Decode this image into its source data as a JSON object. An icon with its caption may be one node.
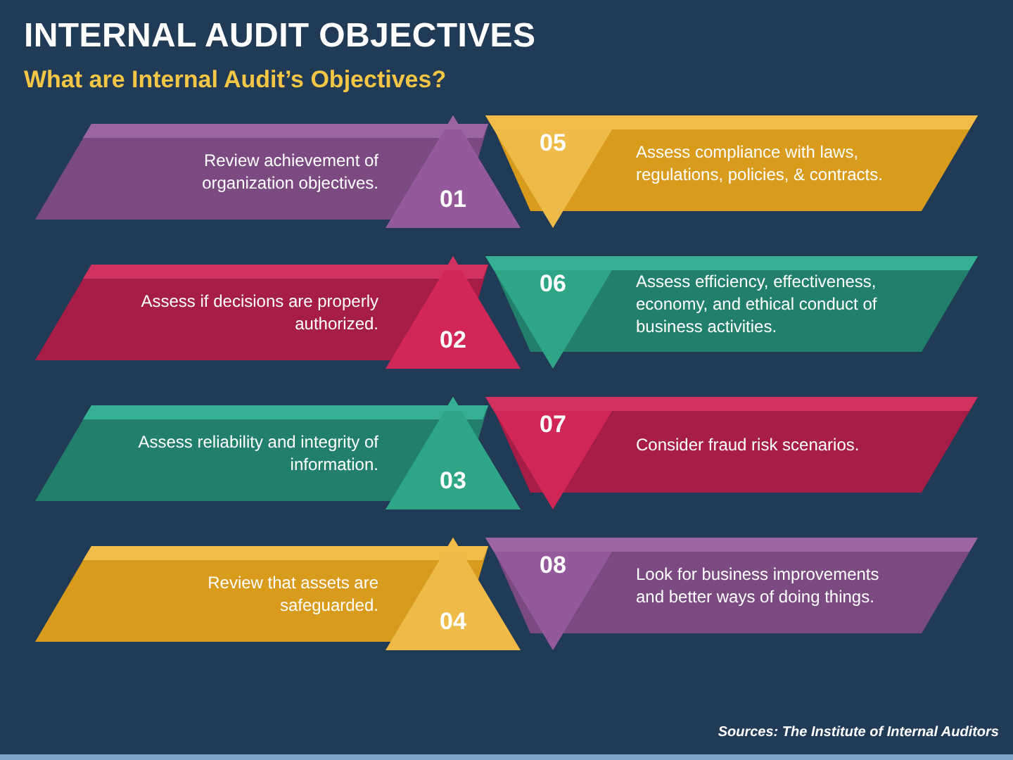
{
  "diagram": {
    "title": "INTERNAL AUDIT OBJECTIVES",
    "nodes": [
      {
        "text": [
          "Review achievement of organization objectives."
        ]
      },
      {
        "text": [
          "01"
        ]
      },
      {
        "text": [
          "05"
        ]
      },
      {
        "text": [
          "Assess compliance with laws, regulations, policies, & contracts."
        ]
      },
      {
        "text": [
          "Assess if decisions are properly authorized."
        ]
      },
      {
        "text": [
          "02"
        ]
      },
      {
        "text": [
          "06"
        ]
      },
      {
        "text": [
          "Assess efficiency, effectiveness, economy, and ethical conduct of business activities."
        ]
      },
      {
        "text": [
          "Assess reliability and integrity of information."
        ]
      },
      {
        "text": [
          "03"
        ]
      },
      {
        "text": [
          "07"
        ]
      },
      {
        "text": [
          "Consider fraud risk scenarios."
        ]
      },
      {
        "text": [
          "Review that assets are safeguarded."
        ]
      },
      {
        "text": [
          "04"
        ]
      },
      {
        "text": [
          "08"
        ]
      },
      {
        "text": [
          "Look for business improvements and better ways of doing things."
        ]
      }
    ],
    "labels": [
      "What are Internal Audit’s Objectives?",
      "Sources: The Institute of Internal Auditors"
    ]
  }
}
